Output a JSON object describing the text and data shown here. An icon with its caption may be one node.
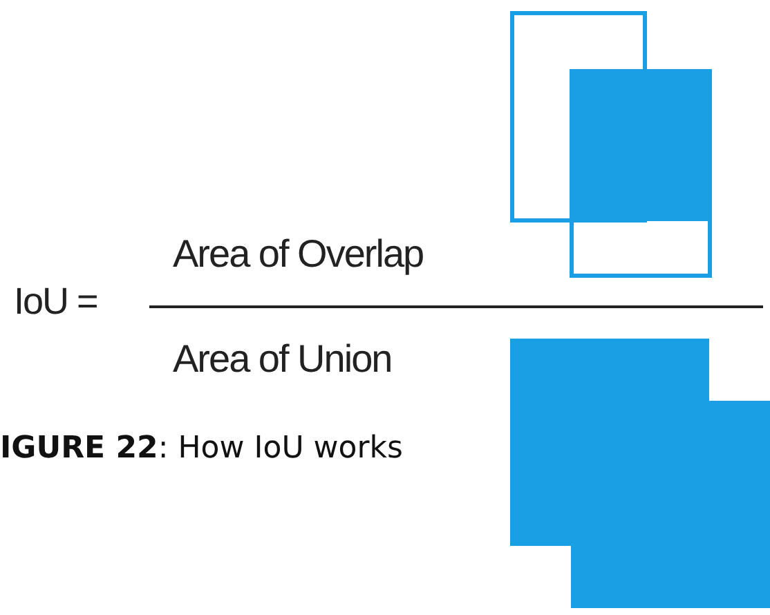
{
  "diagram": {
    "caption": "**IGURE 22**: How IoU works",
    "labels": [
      "IoU =",
      "Area of Overlap",
      "Area of Union"
    ]
  }
}
